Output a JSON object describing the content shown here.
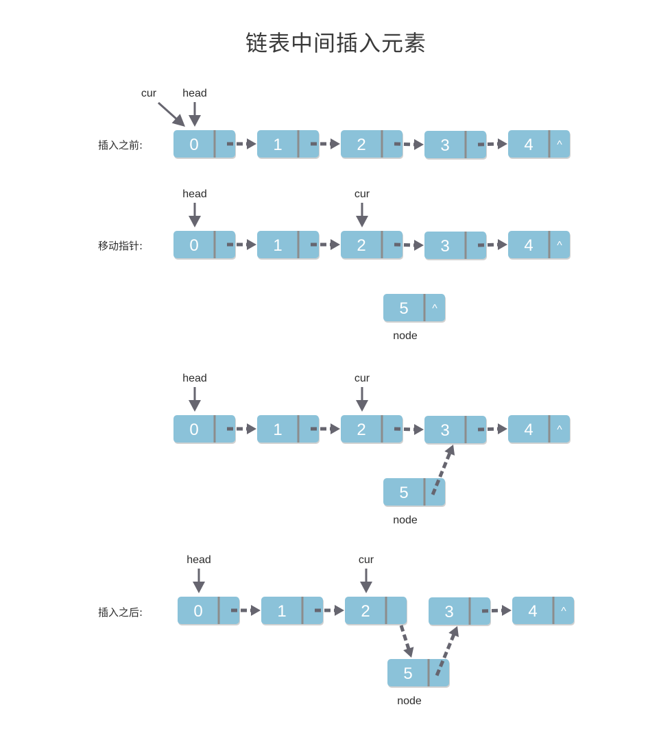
{
  "title": "链表中间插入元素",
  "colors": {
    "node": "#8BC2D9",
    "arrow": "#66656f",
    "divider": "#8c8c8c",
    "text": "#2b2b2b"
  },
  "null_symbol": "^",
  "stages": [
    {
      "id": "before",
      "label": "插入之前:",
      "nodes": [
        {
          "id": "n0",
          "value": "0",
          "next": "n1"
        },
        {
          "id": "n1",
          "value": "1",
          "next": "n2"
        },
        {
          "id": "n2",
          "value": "2",
          "next": "n3"
        },
        {
          "id": "n3",
          "value": "3",
          "next": "n4"
        },
        {
          "id": "n4",
          "value": "4",
          "next": null
        }
      ],
      "pointers": [
        {
          "name": "cur",
          "target": "n0",
          "diagonal": true
        },
        {
          "name": "head",
          "target": "n0"
        }
      ]
    },
    {
      "id": "move-pointer",
      "label": "移动指针:",
      "nodes": [
        {
          "id": "n0",
          "value": "0",
          "next": "n1"
        },
        {
          "id": "n1",
          "value": "1",
          "next": "n2"
        },
        {
          "id": "n2",
          "value": "2",
          "next": "n3"
        },
        {
          "id": "n3",
          "value": "3",
          "next": "n4"
        },
        {
          "id": "n4",
          "value": "4",
          "next": null
        },
        {
          "id": "n5",
          "value": "5",
          "next": null,
          "caption": "node"
        }
      ],
      "pointers": [
        {
          "name": "head",
          "target": "n0"
        },
        {
          "name": "cur",
          "target": "n2"
        }
      ]
    },
    {
      "id": "link-new-node",
      "label": "",
      "nodes": [
        {
          "id": "n0",
          "value": "0",
          "next": "n1"
        },
        {
          "id": "n1",
          "value": "1",
          "next": "n2"
        },
        {
          "id": "n2",
          "value": "2",
          "next": "n3"
        },
        {
          "id": "n3",
          "value": "3",
          "next": "n4"
        },
        {
          "id": "n4",
          "value": "4",
          "next": null
        },
        {
          "id": "n5",
          "value": "5",
          "next": "n3",
          "caption": "node"
        }
      ],
      "pointers": [
        {
          "name": "head",
          "target": "n0"
        },
        {
          "name": "cur",
          "target": "n2"
        }
      ]
    },
    {
      "id": "after",
      "label": "插入之后:",
      "nodes": [
        {
          "id": "n0",
          "value": "0",
          "next": "n1"
        },
        {
          "id": "n1",
          "value": "1",
          "next": "n2"
        },
        {
          "id": "n2",
          "value": "2",
          "next": "n5"
        },
        {
          "id": "n3",
          "value": "3",
          "next": "n4"
        },
        {
          "id": "n4",
          "value": "4",
          "next": null
        },
        {
          "id": "n5",
          "value": "5",
          "next": "n3",
          "caption": "node"
        }
      ],
      "pointers": [
        {
          "name": "head",
          "target": "n0"
        },
        {
          "name": "cur",
          "target": "n2"
        }
      ]
    }
  ]
}
